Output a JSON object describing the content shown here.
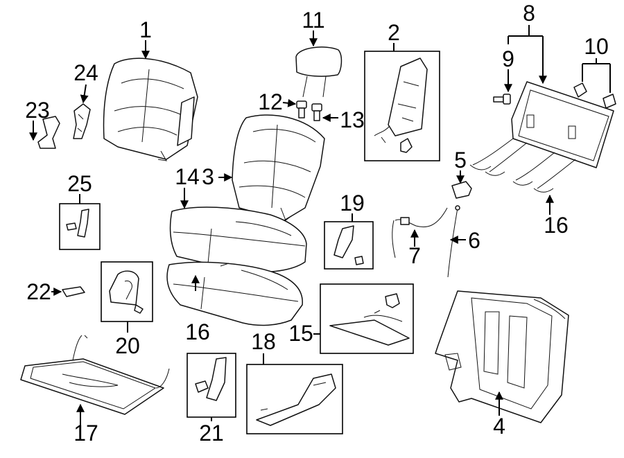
{
  "diagram": {
    "callouts": {
      "c1": "1",
      "c2": "2",
      "c3": "3",
      "c4": "4",
      "c5": "5",
      "c6": "6",
      "c7": "7",
      "c8": "8",
      "c9": "9",
      "c10": "10",
      "c11": "11",
      "c12": "12",
      "c13": "13",
      "c14": "14",
      "c15": "15",
      "c16a": "16",
      "c16b": "16",
      "c17": "17",
      "c18": "18",
      "c19": "19",
      "c20": "20",
      "c21": "21",
      "c22": "22",
      "c23": "23",
      "c24": "24",
      "c25": "25"
    },
    "colors": {
      "ink": "#000000",
      "background": "#ffffff"
    }
  }
}
